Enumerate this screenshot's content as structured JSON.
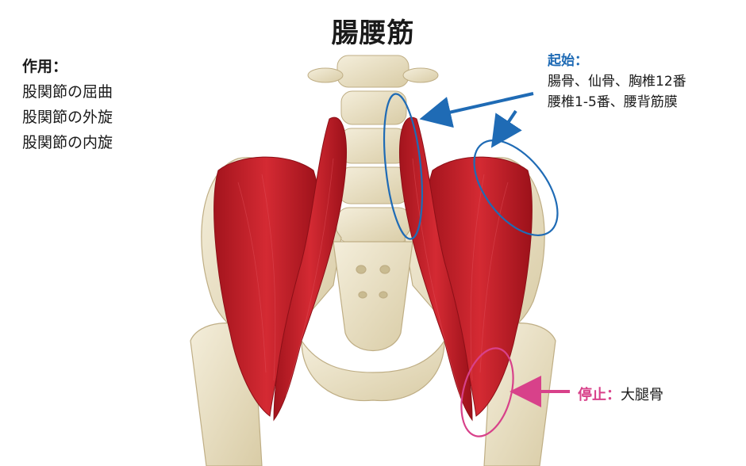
{
  "title": "腸腰筋",
  "action": {
    "heading": "作用：",
    "items": [
      "股関節の屈曲",
      "股関節の外旋",
      "股関節の内旋"
    ]
  },
  "origin": {
    "heading": "起始：",
    "lines": [
      "腸骨、仙骨、胸椎12番",
      "腰椎1-5番、腰背筋膜"
    ]
  },
  "insertion": {
    "heading": "停止：",
    "value": "大腿骨"
  },
  "colors": {
    "origin_accent": "#1f6bb5",
    "insertion_accent": "#d8418a",
    "muscle": "#c6202b",
    "bone": "#e8dfc4"
  },
  "icons": [
    "pelvis-illustration",
    "origin-arrow",
    "insertion-arrow"
  ]
}
